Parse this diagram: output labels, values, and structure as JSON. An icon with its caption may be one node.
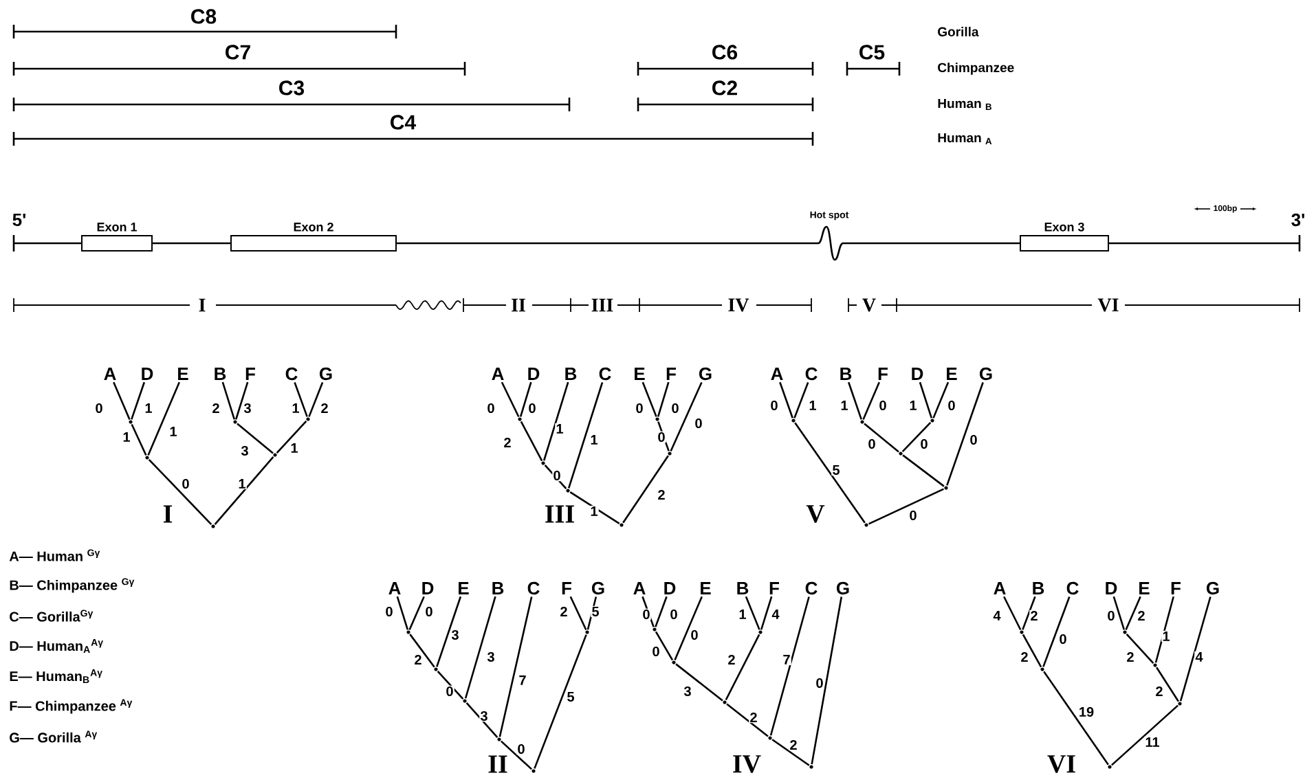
{
  "diagram": {
    "nodes": [
      {
        "text": [
          "Exon 1"
        ]
      },
      {
        "text": [
          "Exon 2"
        ]
      },
      {
        "text": [
          "Exon 3"
        ]
      },
      {
        "text": [
          "A"
        ]
      },
      {
        "text": [
          "D"
        ]
      },
      {
        "text": [
          "E"
        ]
      },
      {
        "text": [
          "B"
        ]
      },
      {
        "text": [
          "F"
        ]
      },
      {
        "text": [
          "C"
        ]
      },
      {
        "text": [
          "G"
        ]
      },
      {
        "text": [],
        "shape": "point"
      },
      {
        "text": [],
        "shape": "point"
      },
      {
        "text": [],
        "shape": "point"
      },
      {
        "text": [],
        "shape": "point"
      },
      {
        "text": [],
        "shape": "point"
      },
      {
        "text": [],
        "shape": "point"
      },
      {
        "text": [
          "A"
        ]
      },
      {
        "text": [
          "D"
        ]
      },
      {
        "text": [
          "B"
        ]
      },
      {
        "text": [
          "C"
        ]
      },
      {
        "text": [
          "E"
        ]
      },
      {
        "text": [
          "F"
        ]
      },
      {
        "text": [
          "G"
        ]
      },
      {
        "text": [],
        "shape": "point"
      },
      {
        "text": [],
        "shape": "point"
      },
      {
        "text": [],
        "shape": "point"
      },
      {
        "text": [],
        "shape": "point"
      },
      {
        "text": [],
        "shape": "point"
      },
      {
        "text": [],
        "shape": "point"
      },
      {
        "text": [
          "A"
        ]
      },
      {
        "text": [
          "C"
        ]
      },
      {
        "text": [
          "B"
        ]
      },
      {
        "text": [
          "F"
        ]
      },
      {
        "text": [
          "D"
        ]
      },
      {
        "text": [
          "E"
        ]
      },
      {
        "text": [
          "G"
        ]
      },
      {
        "text": [],
        "shape": "point"
      },
      {
        "text": [],
        "shape": "point"
      },
      {
        "text": [],
        "shape": "point"
      },
      {
        "text": [],
        "shape": "point"
      },
      {
        "text": [],
        "shape": "point"
      },
      {
        "text": [],
        "shape": "point"
      },
      {
        "text": [
          "A"
        ]
      },
      {
        "text": [
          "D"
        ]
      },
      {
        "text": [
          "E"
        ]
      },
      {
        "text": [
          "B"
        ]
      },
      {
        "text": [
          "C"
        ]
      },
      {
        "text": [
          "F"
        ]
      },
      {
        "text": [
          "G"
        ]
      },
      {
        "text": [],
        "shape": "point"
      },
      {
        "text": [],
        "shape": "point"
      },
      {
        "text": [],
        "shape": "point"
      },
      {
        "text": [],
        "shape": "point"
      },
      {
        "text": [],
        "shape": "point"
      },
      {
        "text": [],
        "shape": "point"
      },
      {
        "text": [
          "A"
        ]
      },
      {
        "text": [
          "D"
        ]
      },
      {
        "text": [
          "E"
        ]
      },
      {
        "text": [
          "B"
        ]
      },
      {
        "text": [
          "F"
        ]
      },
      {
        "text": [
          "C"
        ]
      },
      {
        "text": [
          "G"
        ]
      },
      {
        "text": [],
        "shape": "point"
      },
      {
        "text": [],
        "shape": "point"
      },
      {
        "text": [],
        "shape": "point"
      },
      {
        "text": [],
        "shape": "point"
      },
      {
        "text": [],
        "shape": "point"
      },
      {
        "text": [],
        "shape": "point"
      },
      {
        "text": [
          "A"
        ]
      },
      {
        "text": [
          "B"
        ]
      },
      {
        "text": [
          "C"
        ]
      },
      {
        "text": [
          "D"
        ]
      },
      {
        "text": [
          "E"
        ]
      },
      {
        "text": [
          "F"
        ]
      },
      {
        "text": [
          "G"
        ]
      },
      {
        "text": [],
        "shape": "point"
      },
      {
        "text": [],
        "shape": "point"
      },
      {
        "text": [],
        "shape": "point"
      },
      {
        "text": [],
        "shape": "point"
      },
      {
        "text": [],
        "shape": "point"
      },
      {
        "text": [],
        "shape": "point"
      }
    ],
    "edges": [
      {
        "from": 10,
        "to": 3,
        "arrow": "none",
        "label": "0"
      },
      {
        "from": 10,
        "to": 4,
        "arrow": "none",
        "label": "1"
      },
      {
        "from": 11,
        "to": 10,
        "arrow": "none",
        "label": "1"
      },
      {
        "from": 11,
        "to": 5,
        "arrow": "none",
        "label": "1"
      },
      {
        "from": 12,
        "to": 6,
        "arrow": "none",
        "label": "2"
      },
      {
        "from": 12,
        "to": 7,
        "arrow": "none",
        "label": "3"
      },
      {
        "from": 13,
        "to": 8,
        "arrow": "none",
        "label": "1"
      },
      {
        "from": 13,
        "to": 9,
        "arrow": "none",
        "label": "2"
      },
      {
        "from": 14,
        "to": 12,
        "arrow": "none",
        "label": "3"
      },
      {
        "from": 14,
        "to": 13,
        "arrow": "none",
        "label": "1"
      },
      {
        "from": 15,
        "to": 11,
        "arrow": "none",
        "label": "0"
      },
      {
        "from": 15,
        "to": 14,
        "arrow": "none",
        "label": "1"
      },
      {
        "from": 23,
        "to": 16,
        "arrow": "none",
        "label": "0"
      },
      {
        "from": 23,
        "to": 17,
        "arrow": "none",
        "label": "0"
      },
      {
        "from": 24,
        "to": 23,
        "arrow": "none",
        "label": "2"
      },
      {
        "from": 24,
        "to": 18,
        "arrow": "none",
        "label": "1"
      },
      {
        "from": 25,
        "to": 24,
        "arrow": "none",
        "label": "0"
      },
      {
        "from": 25,
        "to": 19,
        "arrow": "none",
        "label": "1"
      },
      {
        "from": 28,
        "to": 25,
        "arrow": "none",
        "label": "1"
      },
      {
        "from": 26,
        "to": 20,
        "arrow": "none",
        "label": "0"
      },
      {
        "from": 26,
        "to": 21,
        "arrow": "none",
        "label": "0"
      },
      {
        "from": 27,
        "to": 26,
        "arrow": "none",
        "label": "0"
      },
      {
        "from": 27,
        "to": 22,
        "arrow": "none",
        "label": "0"
      },
      {
        "from": 28,
        "to": 27,
        "arrow": "none",
        "label": "2"
      },
      {
        "from": 36,
        "to": 29,
        "arrow": "none",
        "label": "0"
      },
      {
        "from": 36,
        "to": 30,
        "arrow": "none",
        "label": "1"
      },
      {
        "from": 41,
        "to": 36,
        "arrow": "none",
        "label": "5"
      },
      {
        "from": 37,
        "to": 31,
        "arrow": "none",
        "label": "1"
      },
      {
        "from": 37,
        "to": 32,
        "arrow": "none",
        "label": "0"
      },
      {
        "from": 38,
        "to": 33,
        "arrow": "none",
        "label": "1"
      },
      {
        "from": 38,
        "to": 34,
        "arrow": "none",
        "label": "0"
      },
      {
        "from": 39,
        "to": 37,
        "arrow": "none",
        "label": "0"
      },
      {
        "from": 39,
        "to": 38,
        "arrow": "none",
        "label": "0"
      },
      {
        "from": 40,
        "to": 39,
        "arrow": "none"
      },
      {
        "from": 40,
        "to": 35,
        "arrow": "none",
        "label": "0"
      },
      {
        "from": 41,
        "to": 40,
        "arrow": "none",
        "label": "0"
      },
      {
        "from": 49,
        "to": 42,
        "arrow": "none",
        "label": "0"
      },
      {
        "from": 49,
        "to": 43,
        "arrow": "none",
        "label": "0"
      },
      {
        "from": 50,
        "to": 49,
        "arrow": "none",
        "label": "2"
      },
      {
        "from": 50,
        "to": 44,
        "arrow": "none",
        "label": "3"
      },
      {
        "from": 51,
        "to": 50,
        "arrow": "none",
        "label": "0"
      },
      {
        "from": 51,
        "to": 45,
        "arrow": "none",
        "label": "3"
      },
      {
        "from": 52,
        "to": 51,
        "arrow": "none",
        "label": "3"
      },
      {
        "from": 52,
        "to": 46,
        "arrow": "none",
        "label": "7"
      },
      {
        "from": 54,
        "to": 52,
        "arrow": "none",
        "label": "0"
      },
      {
        "from": 53,
        "to": 47,
        "arrow": "none",
        "label": "2"
      },
      {
        "from": 53,
        "to": 48,
        "arrow": "none",
        "label": "5"
      },
      {
        "from": 54,
        "to": 53,
        "arrow": "none",
        "label": "5"
      },
      {
        "from": 62,
        "to": 55,
        "arrow": "none",
        "label": "0"
      },
      {
        "from": 62,
        "to": 56,
        "arrow": "none",
        "label": "0"
      },
      {
        "from": 63,
        "to": 62,
        "arrow": "none",
        "label": "0"
      },
      {
        "from": 63,
        "to": 57,
        "arrow": "none",
        "label": "0"
      },
      {
        "from": 65,
        "to": 63,
        "arrow": "none",
        "label": "3"
      },
      {
        "from": 64,
        "to": 58,
        "arrow": "none",
        "label": "1"
      },
      {
        "from": 64,
        "to": 59,
        "arrow": "none",
        "label": "4"
      },
      {
        "from": 65,
        "to": 64,
        "arrow": "none",
        "label": "2"
      },
      {
        "from": 66,
        "to": 65,
        "arrow": "none",
        "label": "2"
      },
      {
        "from": 66,
        "to": 60,
        "arrow": "none",
        "label": "7"
      },
      {
        "from": 67,
        "to": 66,
        "arrow": "none",
        "label": "2"
      },
      {
        "from": 67,
        "to": 61,
        "arrow": "none",
        "label": "0"
      },
      {
        "from": 75,
        "to": 68,
        "arrow": "none",
        "label": "4"
      },
      {
        "from": 75,
        "to": 69,
        "arrow": "none",
        "label": "2"
      },
      {
        "from": 76,
        "to": 75,
        "arrow": "none",
        "label": "2"
      },
      {
        "from": 76,
        "to": 70,
        "arrow": "none",
        "label": "0"
      },
      {
        "from": 80,
        "to": 76,
        "arrow": "none",
        "label": "19"
      },
      {
        "from": 77,
        "to": 71,
        "arrow": "none",
        "label": "0"
      },
      {
        "from": 77,
        "to": 72,
        "arrow": "none",
        "label": "2"
      },
      {
        "from": 78,
        "to": 77,
        "arrow": "none",
        "label": "2"
      },
      {
        "from": 78,
        "to": 73,
        "arrow": "none",
        "label": "1"
      },
      {
        "from": 79,
        "to": 78,
        "arrow": "none",
        "label": "2"
      },
      {
        "from": 79,
        "to": 74,
        "arrow": "none",
        "label": "4"
      },
      {
        "from": 80,
        "to": 79,
        "arrow": "none",
        "label": "11"
      }
    ],
    "labels": [
      "C8",
      "Gorilla",
      "C7",
      "C6",
      "C5",
      "Chimpanzee",
      "C3",
      "C2",
      "Human $_{B}$",
      "C4",
      "Human $_{A}$",
      "5'",
      "Hot spot",
      "100bp",
      "3'",
      "I",
      "II",
      "III",
      "IV",
      "V",
      "VI",
      "I",
      "III",
      "V",
      "A— Human $^{Gγ}$",
      "B— Chimpanzee $^{Gγ}$",
      "C— Gorilla$^{Gγ}$",
      "D— Human$_{A}$$^{Aγ}$",
      "E— Human$_{B}$$^{Aγ}$",
      "F— Chimpanzee $^{Aγ}$",
      "G— Gorilla $^{Aγ}$",
      "II",
      "IV",
      "VI"
    ]
  }
}
